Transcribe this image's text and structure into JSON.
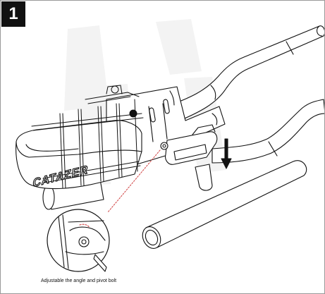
{
  "step": {
    "number": "1"
  },
  "caption": {
    "text": "Adjustable the angle and pivot bolt"
  },
  "product": {
    "logo_text": "CATAZER"
  },
  "icons": {
    "step_badge": "step-number-badge",
    "arrow": "arrow-down-icon",
    "detail": "magnified-detail-circle",
    "bolt": "pivot-bolt-icon"
  },
  "colors": {
    "line": "#111111",
    "leader": "#d04040",
    "badge_bg": "#111111",
    "badge_text": "#ffffff",
    "watermark": "#f1f1f1"
  }
}
